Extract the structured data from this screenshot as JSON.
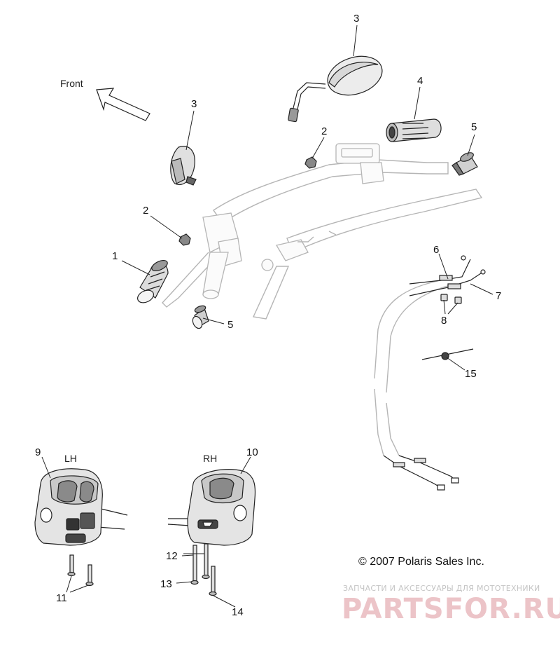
{
  "direction_label": "Front",
  "callouts": [
    {
      "id": "1",
      "text": "1"
    },
    {
      "id": "2a",
      "text": "2"
    },
    {
      "id": "2b",
      "text": "2"
    },
    {
      "id": "3a",
      "text": "3"
    },
    {
      "id": "3b",
      "text": "3"
    },
    {
      "id": "4",
      "text": "4"
    },
    {
      "id": "5a",
      "text": "5"
    },
    {
      "id": "5b",
      "text": "5"
    },
    {
      "id": "6",
      "text": "6"
    },
    {
      "id": "7",
      "text": "7"
    },
    {
      "id": "8",
      "text": "8"
    },
    {
      "id": "9",
      "text": "9"
    },
    {
      "id": "10",
      "text": "10"
    },
    {
      "id": "11",
      "text": "11"
    },
    {
      "id": "12",
      "text": "12"
    },
    {
      "id": "13",
      "text": "13"
    },
    {
      "id": "14",
      "text": "14"
    },
    {
      "id": "15",
      "text": "15"
    }
  ],
  "side_labels": {
    "left": "LH",
    "right": "RH"
  },
  "copyright": "© 2007 Polaris Sales Inc.",
  "watermark": {
    "line1": "ЗАПЧАСТИ И АКСЕССУАРЫ ДЛЯ МОТОТЕХНИКИ",
    "line2": "PARTSFOR.RU"
  },
  "colors": {
    "line": "#222222",
    "ghost": "#b5b5b5",
    "part_fill": "#e6e6e6",
    "watermark": "#e8b8bd"
  }
}
